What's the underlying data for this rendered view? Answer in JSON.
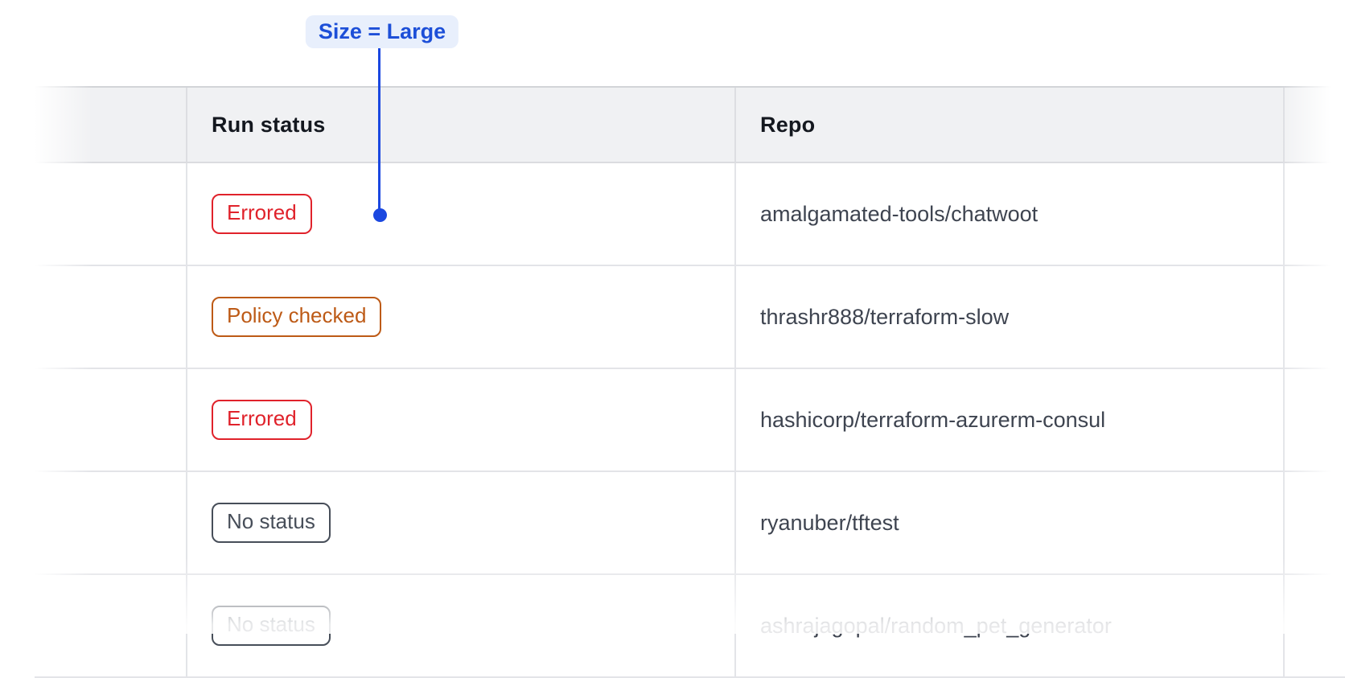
{
  "annotation": {
    "label": "Size = Large",
    "text_color": "#1d4fd8",
    "bg_color": "#e8effc",
    "line_color": "#1b48e0"
  },
  "table": {
    "header": {
      "status_label": "Run status",
      "repo_label": "Repo"
    },
    "rows": [
      {
        "status": "Errored",
        "color": "#e0222b",
        "repo": "amalgamated-tools/chatwoot"
      },
      {
        "status": "Policy checked",
        "color": "#bd5a16",
        "repo": "thrashr888/terraform-slow"
      },
      {
        "status": "Errored",
        "color": "#e0222b",
        "repo": "hashicorp/terraform-azurerm-consul"
      },
      {
        "status": "No status",
        "color": "#474e59",
        "repo": "ryanuber/tftest"
      },
      {
        "status": "No status",
        "color": "#474e59",
        "repo": "ashrajagopal/random_pet_generator"
      }
    ]
  }
}
